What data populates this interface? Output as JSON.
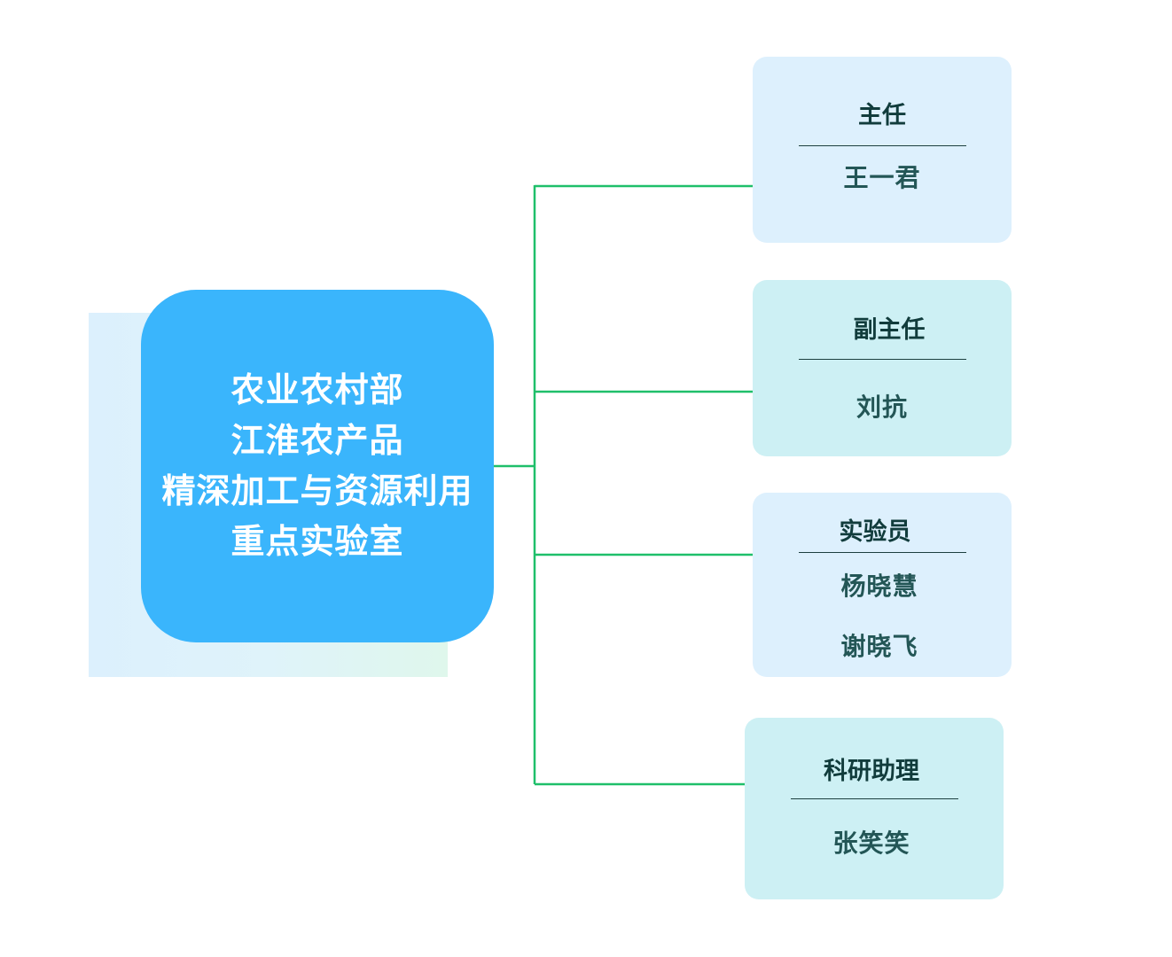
{
  "root": {
    "lines": [
      "农业农村部",
      "江淮农产品",
      "精深加工与资源利用",
      "重点实验室"
    ]
  },
  "colors": {
    "root_fill": "#3ab5fc",
    "connector": "#1fbf6a",
    "card_blue": "#ddf0fd",
    "card_cyan": "#cdf0f4",
    "text_dark": "#113c3c"
  },
  "roles": [
    {
      "title": "主任",
      "members": [
        "王一君"
      ]
    },
    {
      "title": "副主任",
      "members": [
        "刘抗"
      ]
    },
    {
      "title": "实验员",
      "members": [
        "杨晓慧",
        "谢晓飞"
      ]
    },
    {
      "title": "科研助理",
      "members": [
        "张笑笑"
      ]
    }
  ]
}
